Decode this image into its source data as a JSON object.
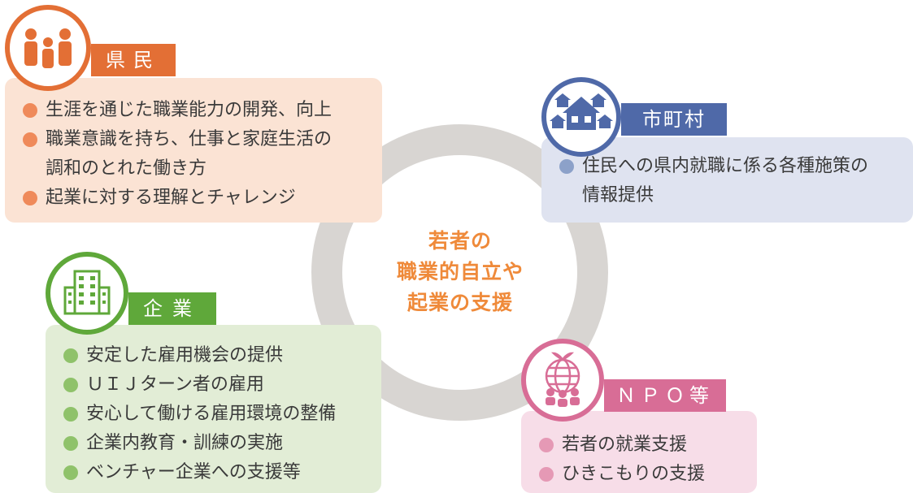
{
  "center": {
    "lines": [
      "若者の",
      "職業的自立や",
      "起業の支援"
    ]
  },
  "residents": {
    "title": "県民",
    "icon": "family-icon",
    "color": "#e36f35",
    "items": [
      {
        "text": "生涯を通じた職業能力の開発、向上"
      },
      {
        "text": "職業意識を持ち、仕事と家庭生活の",
        "cont": "調和のとれた働き方"
      },
      {
        "text": "起業に対する理解とチャレンジ"
      }
    ]
  },
  "municipality": {
    "title": "市町村",
    "icon": "houses-icon",
    "color": "#4f69a8",
    "items": [
      {
        "text": "住民への県内就職に係る各種施策の",
        "cont": "情報提供"
      }
    ]
  },
  "company": {
    "title": "企業",
    "icon": "building-icon",
    "color": "#5fa83a",
    "items": [
      {
        "text": "安定した雇用機会の提供"
      },
      {
        "text": "ＵＩＪターン者の雇用"
      },
      {
        "text": "安心して働ける雇用環境の整備"
      },
      {
        "text": "企業内教育・訓練の実施"
      },
      {
        "text": "ベンチャー企業への支援等"
      }
    ]
  },
  "npo": {
    "title": "ＮＰＯ等",
    "icon": "globe-people-icon",
    "color": "#d86d96",
    "items": [
      {
        "text": "若者の就業支援"
      },
      {
        "text": "ひきこもりの支援"
      }
    ]
  }
}
